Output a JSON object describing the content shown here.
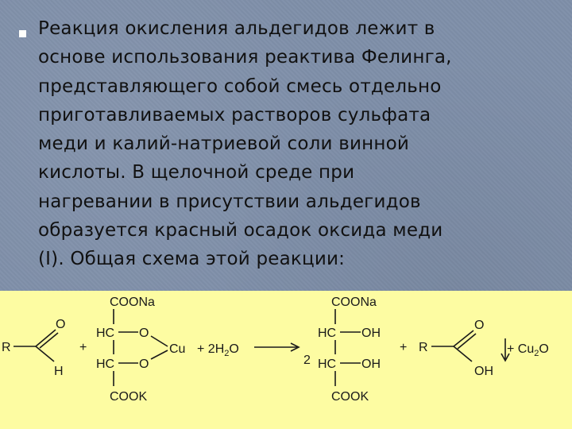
{
  "slide": {
    "text_lines": [
      "Реакция окисления альдегидов лежит в",
      "основе использования реактива Фелинга,",
      "представляющего собой смесь отдельно",
      "приготавливаемых растворов сульфата",
      "меди и калий-натриевой соли винной",
      "кислоты. В щелочной среде при",
      "нагревании в присутствии альдегидов",
      "образуется красный осадок оксида меди",
      "(I). Общая схема этой реакции:"
    ]
  },
  "scheme": {
    "aldehyde": {
      "r": "R",
      "o": "O",
      "h": "H"
    },
    "plus_1": "+",
    "complex": {
      "coona": "COONa",
      "hc_top": "HC",
      "o_top": "O",
      "hc_bottom": "HC",
      "o_bottom": "O",
      "cu": "Cu",
      "cook": "COOK"
    },
    "water": {
      "prefix": "+ 2H",
      "sub": "2",
      "suffix": "O"
    },
    "coefficient": "2",
    "tartrate": {
      "coona": "COONa",
      "hc_top": "HC",
      "oh_top": "OH",
      "hc_bottom": "HC",
      "oh_bottom": "OH",
      "cook": "COOK"
    },
    "plus_2": "+",
    "acid": {
      "r": "R",
      "o": "O",
      "oh": "OH"
    },
    "cu2o": {
      "plus": "+ Cu",
      "sub": "2",
      "o": "O"
    },
    "colors": {
      "background": "#fdfca2",
      "ink": "#1a1a1a"
    }
  }
}
